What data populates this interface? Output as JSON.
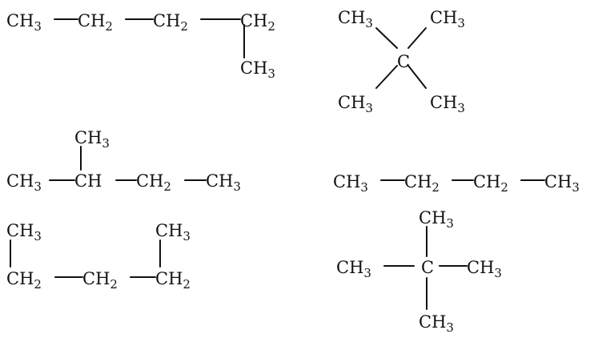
{
  "molecules": [
    {
      "id": "m1",
      "atoms": [
        {
          "base": "CH",
          "sub": "3"
        },
        {
          "base": "CH",
          "sub": "2"
        },
        {
          "base": "CH",
          "sub": "2"
        },
        {
          "base": "CH",
          "sub": "2"
        },
        {
          "base": "CH",
          "sub": "3"
        }
      ],
      "bonds": [
        [
          0,
          1
        ],
        [
          1,
          2
        ],
        [
          2,
          3
        ],
        [
          3,
          4
        ]
      ]
    },
    {
      "id": "m2",
      "atoms": [
        {
          "base": "CH",
          "sub": "3"
        },
        {
          "base": "CH",
          "sub": "3"
        },
        {
          "base": "C",
          "sub": ""
        },
        {
          "base": "CH",
          "sub": "3"
        },
        {
          "base": "CH",
          "sub": "3"
        }
      ],
      "bonds": [
        [
          2,
          0
        ],
        [
          2,
          1
        ],
        [
          2,
          3
        ],
        [
          2,
          4
        ]
      ]
    },
    {
      "id": "m3",
      "atoms": [
        {
          "base": "CH",
          "sub": "3"
        },
        {
          "base": "CH",
          "sub": "3"
        },
        {
          "base": "CH",
          "sub": ""
        },
        {
          "base": "CH",
          "sub": "2"
        },
        {
          "base": "CH",
          "sub": "3"
        }
      ],
      "bonds": [
        [
          0,
          2
        ],
        [
          1,
          2
        ],
        [
          2,
          3
        ],
        [
          3,
          4
        ]
      ]
    },
    {
      "id": "m4",
      "atoms": [
        {
          "base": "CH",
          "sub": "3"
        },
        {
          "base": "CH",
          "sub": "2"
        },
        {
          "base": "CH",
          "sub": "2"
        },
        {
          "base": "CH",
          "sub": "3"
        }
      ],
      "bonds": [
        [
          0,
          1
        ],
        [
          1,
          2
        ],
        [
          2,
          3
        ]
      ]
    },
    {
      "id": "m5",
      "atoms": [
        {
          "base": "CH",
          "sub": "3"
        },
        {
          "base": "CH",
          "sub": "3"
        },
        {
          "base": "CH",
          "sub": "2"
        },
        {
          "base": "CH",
          "sub": "2"
        },
        {
          "base": "CH",
          "sub": "2"
        }
      ],
      "bonds": [
        [
          0,
          2
        ],
        [
          2,
          3
        ],
        [
          3,
          4
        ],
        [
          4,
          1
        ]
      ]
    },
    {
      "id": "m6",
      "atoms": [
        {
          "base": "CH",
          "sub": "3"
        },
        {
          "base": "CH",
          "sub": "3"
        },
        {
          "base": "C",
          "sub": ""
        },
        {
          "base": "CH",
          "sub": "3"
        },
        {
          "base": "CH",
          "sub": "3"
        }
      ],
      "bonds": [
        [
          2,
          0
        ],
        [
          2,
          1
        ],
        [
          2,
          3
        ],
        [
          2,
          4
        ]
      ]
    }
  ]
}
